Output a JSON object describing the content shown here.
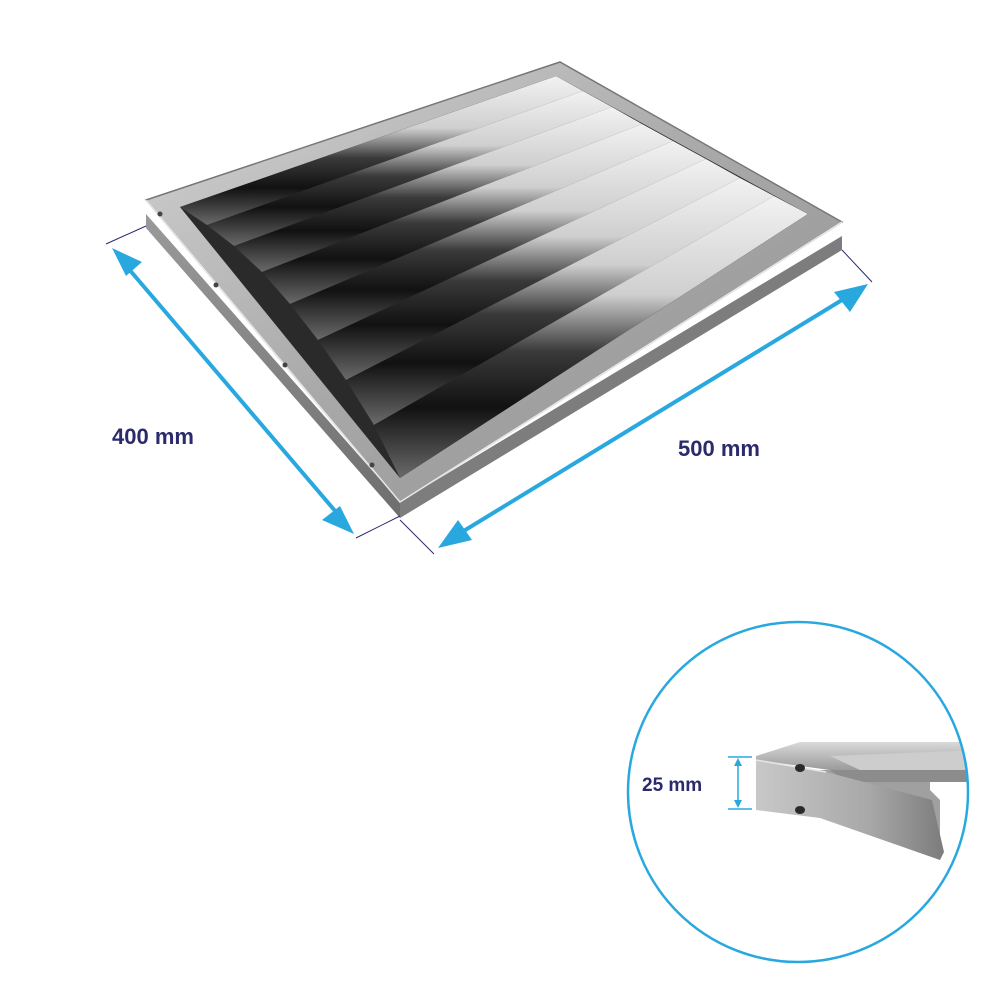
{
  "dimensions": {
    "width_label": "400 mm",
    "length_label": "500 mm",
    "thickness_label": "25 mm"
  },
  "colors": {
    "arrow": "#29a8e0",
    "label": "#2b2a6b",
    "frame_steel": "#b8b8b8",
    "baffle_dark": "#1a1a1a",
    "baffle_light": "#e6e6e6"
  },
  "product": {
    "item": "baffle grease filter",
    "baffle_count": 8
  }
}
